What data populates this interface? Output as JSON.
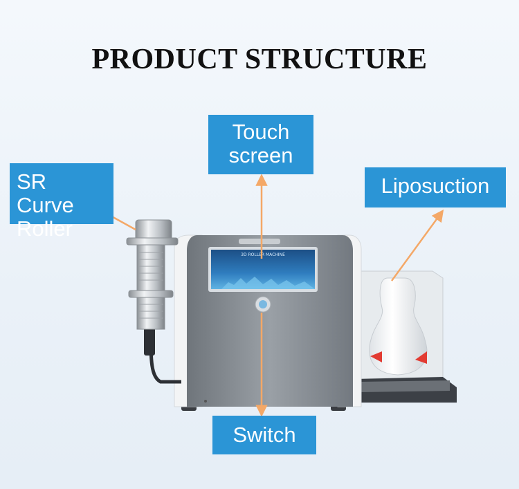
{
  "title": "PRODUCT STRUCTURE",
  "screen_text": "3D ROLLER MACHINE",
  "labels": {
    "touch_screen": [
      "Touch",
      "screen"
    ],
    "sr_curve_roller": [
      "SR Curve",
      "Roller"
    ],
    "liposuction": "Liposuction",
    "switch": "Switch"
  },
  "colors": {
    "label_bg": "#2b95d6",
    "arrow": "#f4a867",
    "body_gray": "#8e949a",
    "body_white": "#f2f2f2"
  },
  "icons": [
    "arrow-icon",
    "power-button-icon"
  ]
}
